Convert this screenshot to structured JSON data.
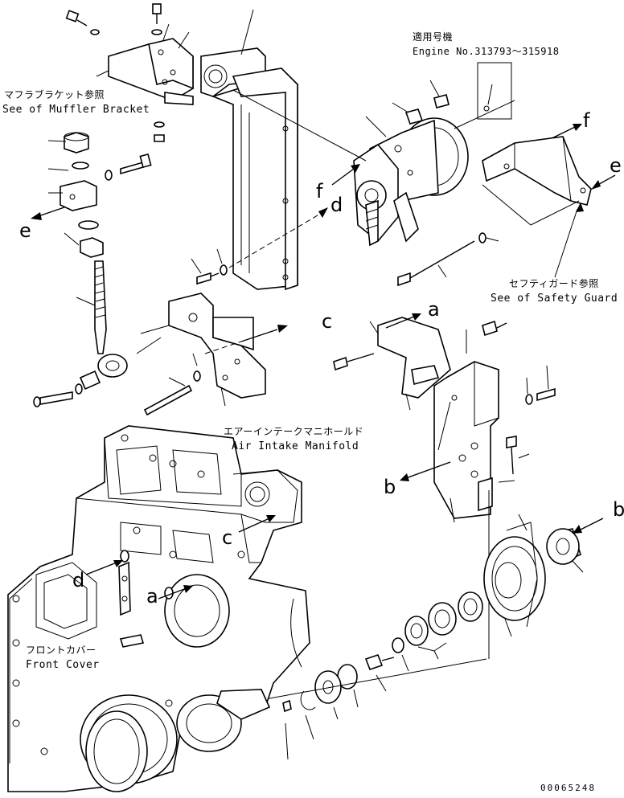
{
  "callouts": {
    "engine_no_jp": "適用号機",
    "engine_no_en": "Engine No.313793～315918",
    "muffler_jp": "マフラブラケット参照",
    "muffler_en": "See of Muffler Bracket",
    "safety_jp": "セフティガード参照",
    "safety_en": "See of Safety Guard",
    "manifold_jp": "エアーインテークマニホールド",
    "manifold_en": "Air Intake Manifold",
    "front_jp": "フロントカバー",
    "front_en": "Front Cover"
  },
  "ref_letters": {
    "a_top": "a",
    "a_bottom": "a",
    "b_left": "b",
    "b_right": "b",
    "c_top": "c",
    "c_bottom": "c",
    "d_top": "d",
    "d_bottom": "d",
    "e_left": "e",
    "e_right": "e",
    "f_left": "f",
    "f_right": "f"
  },
  "drawing_number": "00065248"
}
